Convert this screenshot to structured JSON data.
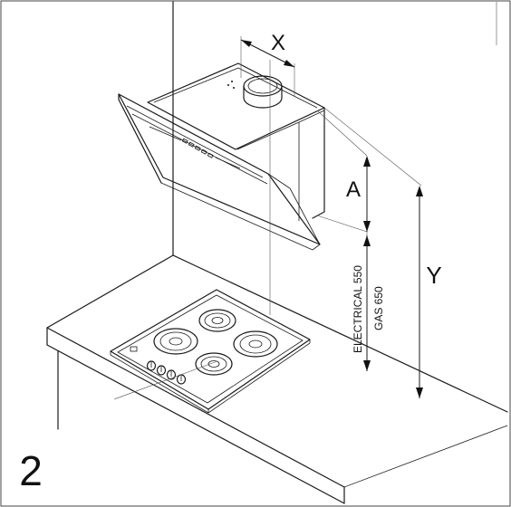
{
  "figure_number": "2",
  "dimension_labels": {
    "x": "X",
    "a": "A",
    "y": "Y"
  },
  "clearance": {
    "electrical": "ELECTRICAL 550",
    "gas": "GAS 650"
  },
  "colors": {
    "line": "#1a1a1a",
    "background": "#ffffff"
  }
}
